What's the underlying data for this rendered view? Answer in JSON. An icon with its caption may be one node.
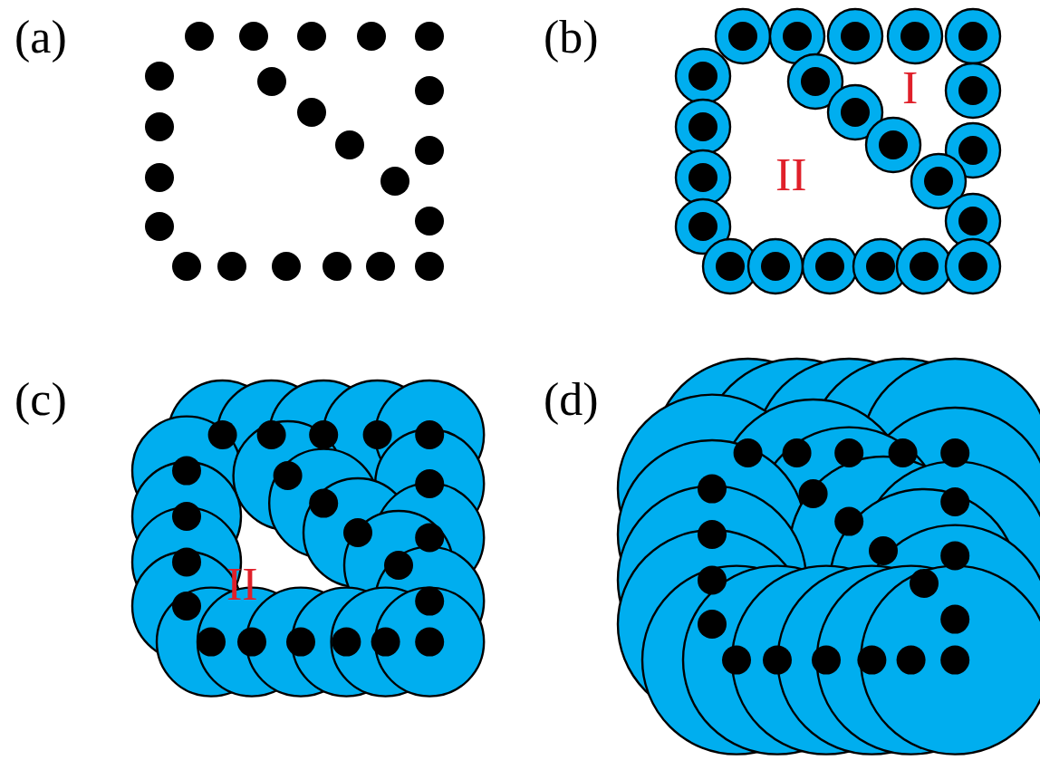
{
  "diagram": {
    "labels": [
      "(a)",
      "(b)",
      "I",
      "II",
      "(c)",
      "(d)",
      "II"
    ]
  }
}
